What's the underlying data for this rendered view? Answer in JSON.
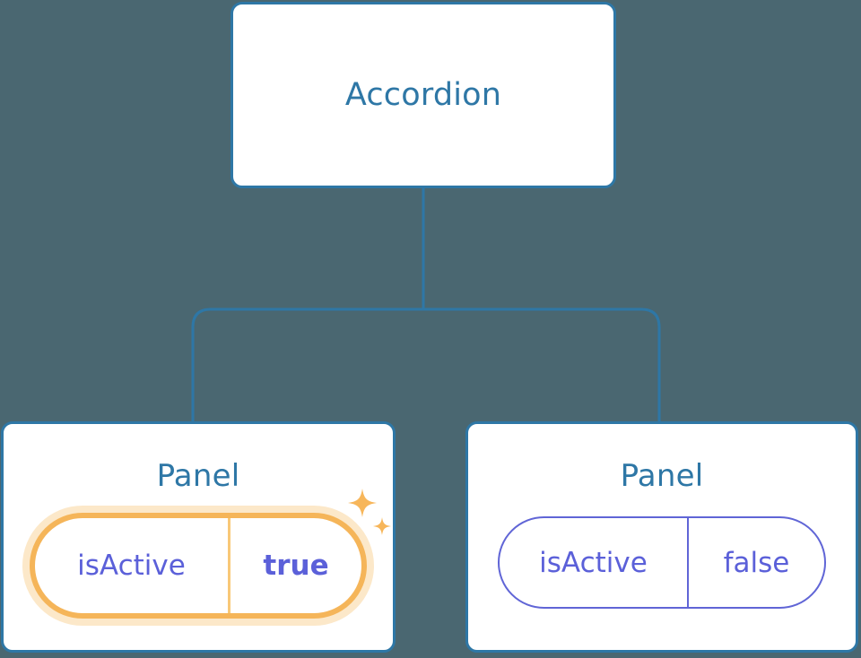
{
  "diagram": {
    "type": "component-tree",
    "background_color": "#4a6771",
    "accent_color": "#2e77a6",
    "prop_color": "#5b60d9",
    "highlight_color": "#f5b559",
    "root": {
      "label": "Accordion"
    },
    "children": [
      {
        "label": "Panel",
        "prop": {
          "key": "isActive",
          "value": "true",
          "highlighted": true,
          "emphasis": "bold"
        },
        "sparkles": [
          {
            "name": "sparkle-large-icon"
          },
          {
            "name": "sparkle-small-icon"
          }
        ]
      },
      {
        "label": "Panel",
        "prop": {
          "key": "isActive",
          "value": "false",
          "highlighted": false,
          "emphasis": "regular"
        },
        "sparkles": []
      }
    ]
  }
}
